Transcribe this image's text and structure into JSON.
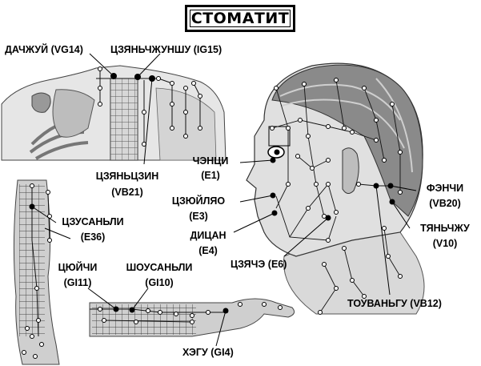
{
  "title": "СТОМАТИТ",
  "points": {
    "dazhui": "ДАЧЖУЙ (VG14)",
    "tszyanzhunshu": "ЦЗЯНЬЧЖУНШУ (IG15)",
    "tszyantszin_name": "ЦЗЯНЬЦЗИН",
    "tszyantszin_code": "(VB21)",
    "chentsi_name": "ЧЭНЦИ",
    "chentsi_code": "(E1)",
    "tszyuilyao_name": "ЦЗЮЙЛЯО",
    "tszyuilyao_code": "(E3)",
    "ditsan_name": "ДИЦАН",
    "ditsan_code": "(E4)",
    "tszyache": "ЦЗЯЧЭ (E6)",
    "fenchi_name": "ФЭНЧИ",
    "fenchi_code": "(VB20)",
    "tyanchzhu_name": "ТЯНЬЧЖУ",
    "tyanchzhu_code": "(V10)",
    "touvangu": "ТОУВАНЬГУ (VB12)",
    "tszusanli_name": "ЦЗУСАНЬЛИ",
    "tszusanli_code": "(E36)",
    "tsyuichi_name": "ЦЮЙЧИ",
    "tsyuichi_code": "(GI11)",
    "shousanli_name": "ШОУСАНЬЛИ",
    "shousanli_code": "(GI10)",
    "hegu": "ХЭГУ (GI4)"
  }
}
